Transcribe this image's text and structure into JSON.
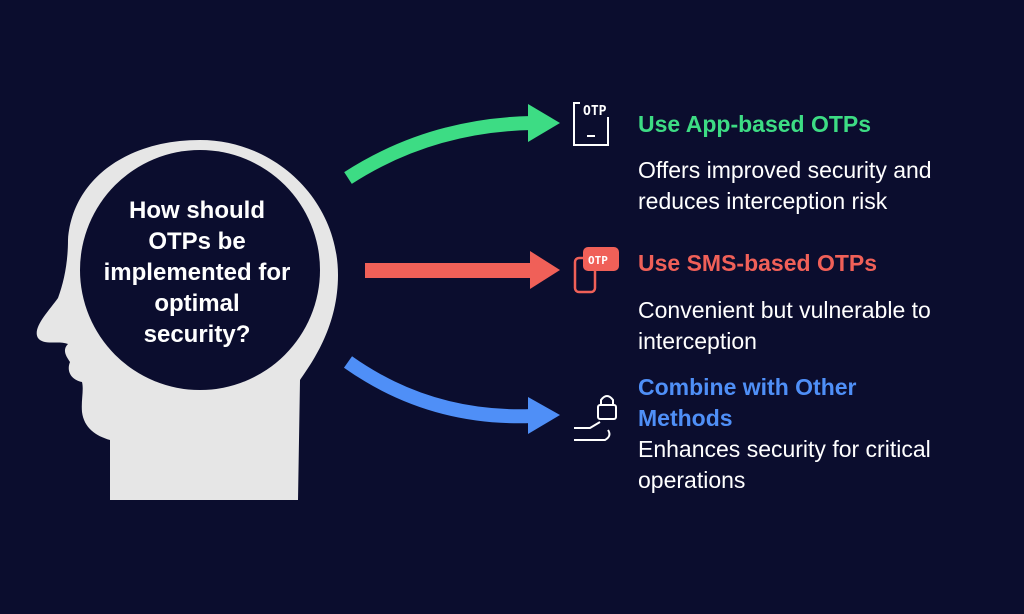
{
  "question": "How should OTPs be implemented for optimal security?",
  "colors": {
    "background": "#0b0d2e",
    "head": "#e6e6e6",
    "green": "#3ddc84",
    "red": "#f06058",
    "blue": "#4f8ff7",
    "text": "#ffffff"
  },
  "options": [
    {
      "id": "app",
      "icon": "phone-otp-icon",
      "icon_text": "OTP",
      "title": "Use App-based OTPs",
      "description": "Offers improved security and reduces interception risk",
      "color": "#3ddc84"
    },
    {
      "id": "sms",
      "icon": "sms-otp-icon",
      "icon_text": "OTP",
      "title": "Use SMS-based OTPs",
      "description": "Convenient but vulnerable to interception",
      "color": "#f06058"
    },
    {
      "id": "combine",
      "icon": "hand-lock-icon",
      "title": "Combine with Other Methods",
      "description": "Enhances security for critical operations",
      "color": "#4f8ff7"
    }
  ]
}
